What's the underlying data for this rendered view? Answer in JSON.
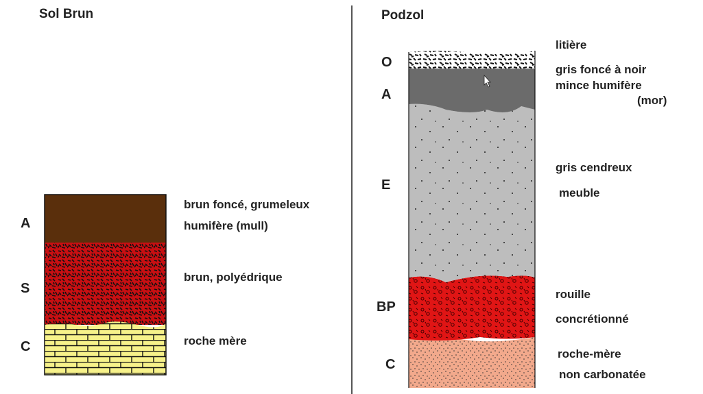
{
  "left": {
    "title": "Sol Brun",
    "horizons": [
      {
        "label": "A",
        "descriptions": [
          "brun foncé, grumeleux",
          "humifère (mull)"
        ]
      },
      {
        "label": "S",
        "descriptions": [
          "brun, polyédrique"
        ]
      },
      {
        "label": "C",
        "descriptions": [
          "roche mère"
        ]
      }
    ]
  },
  "right": {
    "title": "Podzol",
    "horizons": [
      {
        "label": "O",
        "descriptions": [
          "litière"
        ]
      },
      {
        "label": "A",
        "descriptions": [
          "gris foncé à noir",
          "mince humifère",
          "(mor)"
        ]
      },
      {
        "label": "E",
        "descriptions": [
          "gris cendreux",
          "meuble"
        ]
      },
      {
        "label": "BP",
        "descriptions": [
          "rouille",
          "concrétionné"
        ]
      },
      {
        "label": "C",
        "descriptions": [
          "roche-mère",
          "non carbonatée"
        ]
      }
    ]
  },
  "colors": {
    "sol_brun_A": "#5a2f0c",
    "sol_brun_S": "#c80f12",
    "sol_brun_C": "#f7f28a",
    "podzol_O": "#ffffff",
    "podzol_A": "#6b6b6b",
    "podzol_E": "#bdbdbd",
    "podzol_BP": "#e01515",
    "podzol_C": "#f2a98c"
  }
}
